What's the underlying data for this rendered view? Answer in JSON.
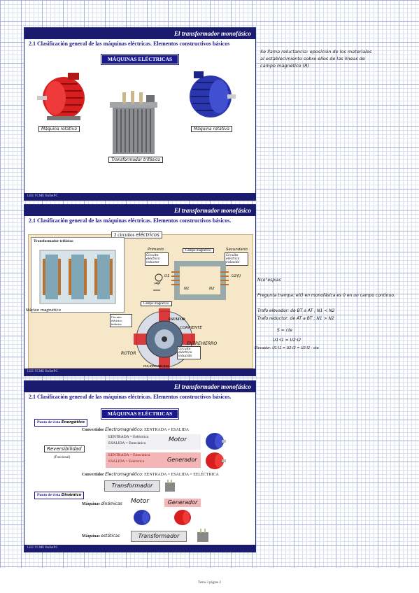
{
  "header": "El transformador monofásico",
  "footer": "LEE TCME BulletPC",
  "section_title": "2.1 Clasificación general de las máquinas eléctricas. Elementos constructivos básicos",
  "section_title_dot": "2.1 Clasificación general de las máquinas eléctricas. Elementos constructivos básicos.",
  "slide1": {
    "banner": "MÁQUINAS ELÉCTRICAS",
    "label_left": "Máquina rotativa",
    "label_right": "Máquina rotativa",
    "label_transformer": "Transformador trifásico"
  },
  "slide2": {
    "circuits_printed": "2 circuitos",
    "circuits_hand": "eléctricos",
    "trafo_title": "Transformador trifásico",
    "nucleo_label": "Núcleo magnético",
    "campo_magnetico": "Campo magnético",
    "primario": "Primario",
    "primario_box": "Circuito eléctrico inductor",
    "secundario": "Secundario",
    "secundario_box": "Circuito eléctrico inducido",
    "campo_magnetico2": "Campo magnético",
    "circuito_inductor": "Circuito eléctrico inductor",
    "circuito_inducido": "Circuito eléctrico inducido",
    "estator": "ESTÁTOR",
    "corriente": "CORRIENTE",
    "entrehierro": "ENTREHIERRO",
    "rotor": "ROTOR",
    "culata": "CULATA CARCASA",
    "n1": "N1",
    "n2": "N2",
    "u1": "U1",
    "u2": "U2(I)",
    "sym_u": "μgi"
  },
  "slide3": {
    "banner": "MÁQUINAS ELÉCTRICAS",
    "punto_energetico": "Punto de vista",
    "energetico_hand": "Energético",
    "convertidor1": "Convertidor",
    "convertidor1_hand": "Electromagnético",
    "convertidor1_eq": ": EENTRADA ≠ ESALIDA",
    "motor_eq1": "EENTRADA = Eeléctrica",
    "motor_eq2": "ESALIDA = Emecánica",
    "motor": "Motor",
    "reversibilidad": "Reversibilidad",
    "funcional": "(Funcional)",
    "gen_eq1": "EENTRADA = Emecánica",
    "gen_eq2": "ESALIDA = Eeléctrica",
    "generador": "Generador",
    "convertidor2": "Convertidor",
    "convertidor2_hand": "Electromagnético",
    "convertidor2_eq": ": EENTRADA = ESALIDA = EELÉCTRICA",
    "transformador": "Transformador",
    "punto_dinamico": "Punto de vista",
    "dinamico_hand": "Dinámico",
    "maquinas1": "Máquinas",
    "maquinas1_hand": "dinámicas",
    "motor2": "Motor",
    "generador2": "Generador",
    "maquinas2": "Máquinas",
    "maquinas2_hand": "estáticas",
    "transformador2": "Transformador"
  },
  "notes": {
    "n1_line1": "Se llama reluctancia: oposición de los materiales",
    "n1_line2": "al establecimiento sobre ellos de las líneas de",
    "n1_line3": "campo magnético (R)",
    "n2_title": "Nce°espias",
    "n2_line1": "Pregunta trampa: e(t) en monofásica es 0 en un campo continuo.",
    "n2_line2": "Trafo elevador: de BT a AT ; N1 < N2",
    "n2_line3": "Trafo reductor: de AT a BT ; N1 > N2",
    "n2_line4": "S = cte",
    "n2_line5": "U1·I1 = U2·I2",
    "n2_line6": "Elevador: U1·I1 = U2·I2 = U2·I2 · cte"
  },
  "page_caption": "Tema 3 página 2",
  "colors": {
    "slide_blue": "#1a1a6e",
    "accent_red": "#d81e1e",
    "accent_motor_blue": "#2a36b0",
    "pink": "#f3b5b5"
  }
}
